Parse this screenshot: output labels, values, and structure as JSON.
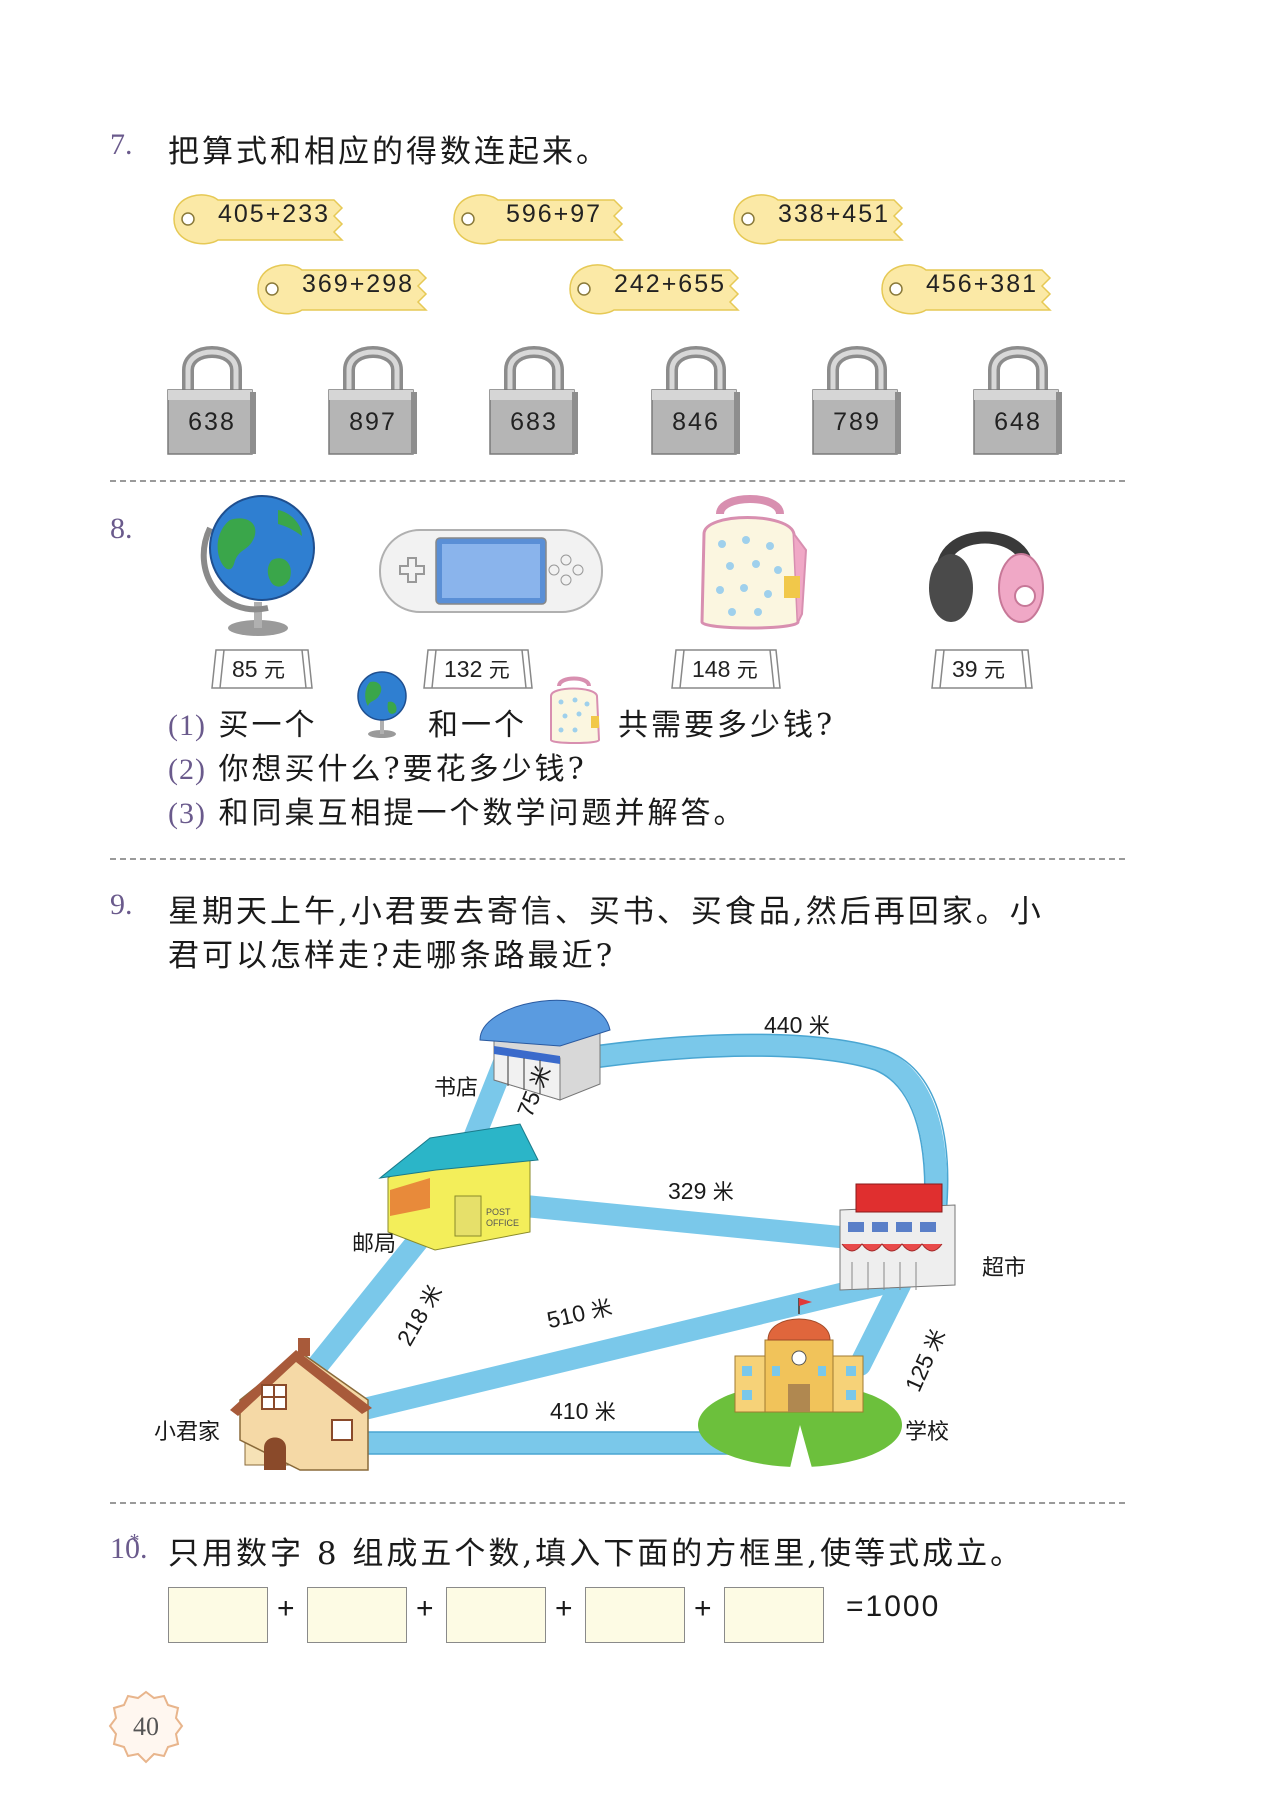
{
  "q7": {
    "number": "7.",
    "text": "把算式和相应的得数连起来。",
    "keys": [
      "405+233",
      "596+97",
      "338+451",
      "369+298",
      "242+655",
      "456+381"
    ],
    "locks": [
      "638",
      "897",
      "683",
      "846",
      "789",
      "648"
    ]
  },
  "q8": {
    "number": "8.",
    "items": [
      {
        "name": "globe",
        "price": "85",
        "unit": "元"
      },
      {
        "name": "game-console",
        "price": "132",
        "unit": "元"
      },
      {
        "name": "backpack",
        "price": "148",
        "unit": "元"
      },
      {
        "name": "headphones",
        "price": "39",
        "unit": "元"
      }
    ],
    "sub1": {
      "num": "(1)",
      "part1": "买一个",
      "part2": "和一个",
      "part3": "共需要多少钱?"
    },
    "sub2": {
      "num": "(2)",
      "text": "你想买什么?要花多少钱?"
    },
    "sub3": {
      "num": "(3)",
      "text": "和同桌互相提一个数学问题并解答。"
    }
  },
  "q9": {
    "number": "9.",
    "line1": "星期天上午,小君要去寄信、买书、买食品,然后再回家。小",
    "line2": "君可以怎样走?走哪条路最近?",
    "places": {
      "bookstore": "书店",
      "post_office": "邮局",
      "supermarket": "超市",
      "home": "小君家",
      "school": "学校"
    },
    "post_sign": "POST OFFICE",
    "distances": {
      "bookstore_supermarket": "440",
      "bookstore_post": "75",
      "post_supermarket": "329",
      "post_home": "218",
      "home_supermarket": "510",
      "home_school": "410",
      "school_supermarket": "125",
      "unit": "米"
    }
  },
  "q10": {
    "number": "10.",
    "star": "*",
    "text": "只用数字 8 组成五个数,填入下面的方框里,使等式成立。",
    "operator": "+",
    "result": "=1000"
  },
  "page_number": "40"
}
